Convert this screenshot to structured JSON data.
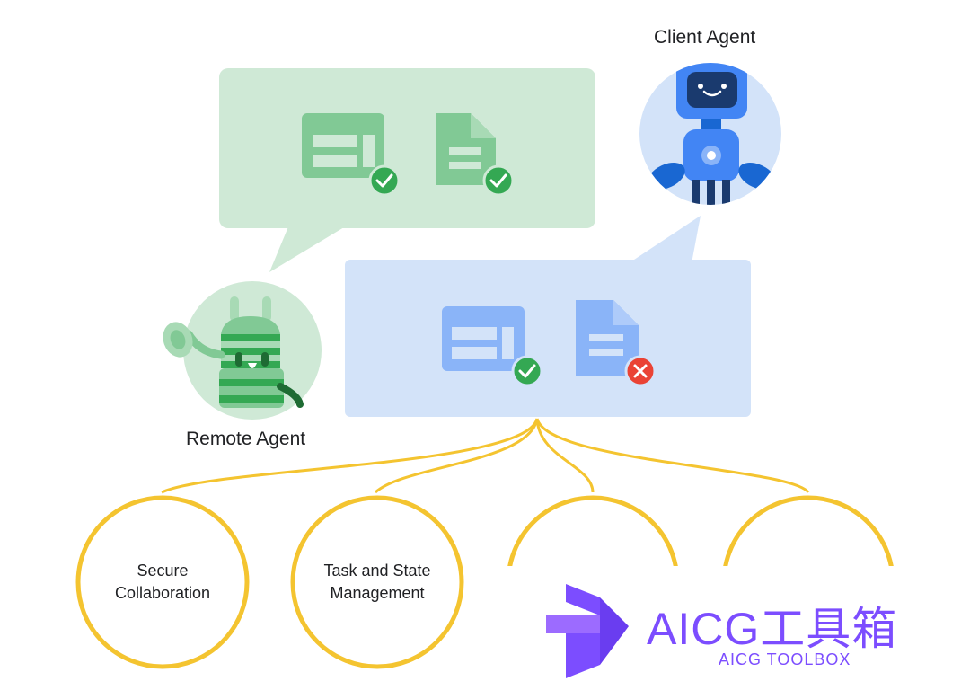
{
  "labels": {
    "client_agent": "Client Agent",
    "remote_agent": "Remote Agent"
  },
  "capabilities": [
    {
      "line1": "Secure",
      "line2": "Collaboration"
    },
    {
      "line1": "Task and State",
      "line2": "Management"
    },
    {
      "line1": "",
      "line2": ""
    },
    {
      "line1": "",
      "line2": ""
    }
  ],
  "watermark": {
    "title": "AICG工具箱",
    "subtitle": "AICG TOOLBOX"
  },
  "colors": {
    "green_bubble": "#cfe9d6",
    "blue_bubble": "#d3e3f9",
    "green_icon": "#81c995",
    "blue_icon": "#8ab4f8",
    "check_green": "#34a853",
    "error_red": "#ea4335",
    "connector_yellow": "#f4c430",
    "watermark_purple": "#7c4dff"
  },
  "icons": [
    "layout-icon",
    "document-icon",
    "check-icon",
    "close-icon",
    "robot-icon",
    "android-icon"
  ]
}
